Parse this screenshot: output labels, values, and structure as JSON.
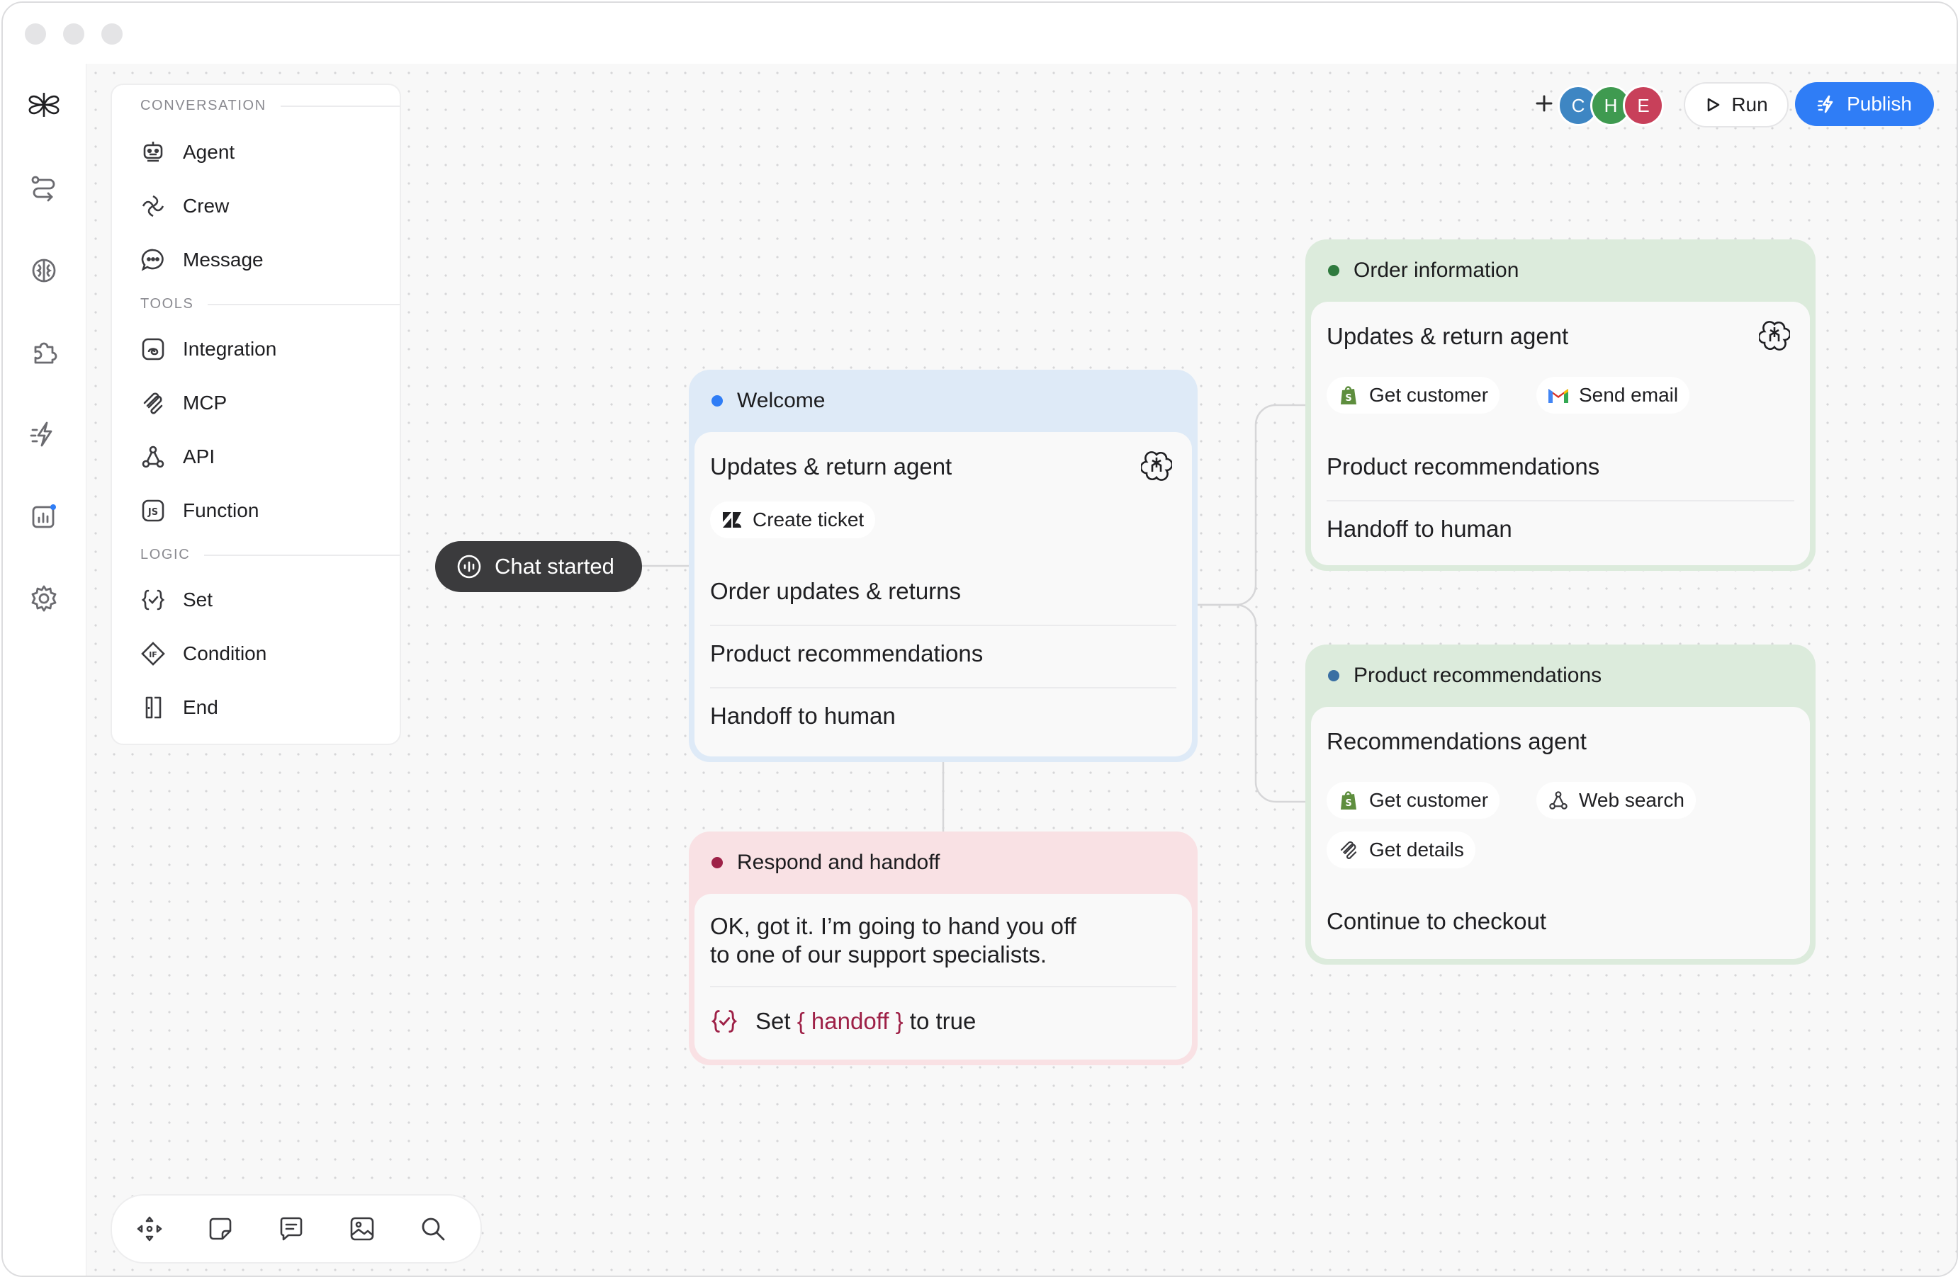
{
  "palette": {
    "sections": {
      "conversation": "CONVERSATION",
      "tools": "TOOLS",
      "logic": "LOGIC"
    },
    "items": {
      "agent": "Agent",
      "crew": "Crew",
      "message": "Message",
      "integration": "Integration",
      "mcp": "MCP",
      "api": "API",
      "function": "Function",
      "set": "Set",
      "condition": "Condition",
      "end": "End"
    }
  },
  "topbar": {
    "add_icon": "plus-icon",
    "collaborators": [
      {
        "initial": "C",
        "color": "#3e86c3"
      },
      {
        "initial": "H",
        "color": "#3f9a50"
      },
      {
        "initial": "E",
        "color": "#c8405a"
      }
    ],
    "run_label": "Run",
    "publish_label": "Publish",
    "publish_color": "#2f7df6"
  },
  "start_pill": {
    "label": "Chat started"
  },
  "nodes": {
    "welcome": {
      "title": "Welcome",
      "accent": "#2f7df6",
      "agent": "Updates & return agent",
      "chip_ticket": "Create ticket",
      "routes": [
        "Order updates & returns",
        "Product recommendations",
        "Handoff to human"
      ]
    },
    "respond": {
      "title": "Respond and handoff",
      "accent": "#9e2147",
      "message_line1": "OK, got it. I’m going to hand you off",
      "message_line2": "to one of our support specialists.",
      "set_prefix": "Set",
      "set_variable": "{ handoff }",
      "set_suffix": "to true"
    },
    "order": {
      "title": "Order information",
      "accent": "#2f7a3e",
      "agent": "Updates & return agent",
      "chip_customer": "Get customer",
      "chip_email": "Send email",
      "routes": [
        "Product recommendations",
        "Handoff to human"
      ]
    },
    "product": {
      "title": "Product recommendations",
      "accent": "#3a6fa3",
      "agent": "Recommendations agent",
      "chip_customer": "Get customer",
      "chip_search": "Web search",
      "chip_details": "Get details",
      "route": "Continue to checkout"
    }
  }
}
